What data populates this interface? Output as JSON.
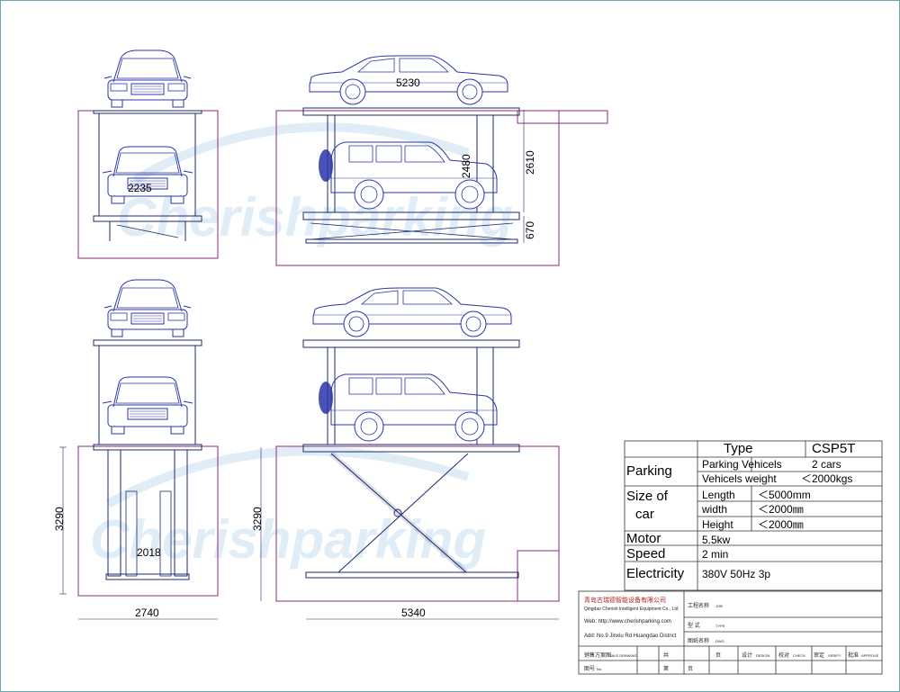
{
  "watermark": "Cherishparking",
  "dims": {
    "top_front_width": "2235",
    "top_side_length": "5230",
    "top_side_height_inner": "2480",
    "top_side_height_total": "2610",
    "top_side_pit": "670",
    "bottom_front_height": "3290",
    "bottom_front_inner_width": "2018",
    "bottom_front_width": "2740",
    "bottom_side_height": "3290",
    "bottom_side_length": "5340"
  },
  "spec": {
    "type_label": "Type",
    "type_value": "CSP5T",
    "parking_label": "Parking",
    "parking_vehicels_label": "Parking Vehicels",
    "parking_vehicels_value": "2 cars",
    "vehicels_weight_label": "Vehicels weight",
    "vehicels_weight_value": "＜2000kgs",
    "size_label_1": "Size  of",
    "size_label_2": "car",
    "length_label": "Length",
    "length_value": "＜5000mm",
    "width_label": "width",
    "width_value": "＜2000㎜",
    "height_label": "Height",
    "height_value": "＜2000㎜",
    "motor_label": "Motor",
    "motor_value": "5.5kw",
    "speed_label": "Speed",
    "speed_value": "2 min",
    "electricity_label": "Electricity",
    "electricity_value": "380V  50Hz  3p"
  },
  "title_block": {
    "company_cn": "青岛古瑞德智能设备有限公司",
    "company_en": "Qingdao Cherish Intelligent Equipment Co., Ltd",
    "web": "Web: http://www.cherishparking.com",
    "address": "Add: No.9 Jinxiu Rd Huangdao District",
    "job_cn": "工程名称",
    "job_en": "JOB",
    "type_cn": "型    式",
    "type_en": "TYPE",
    "dwg_cn": "图纸名称",
    "dwg_en": "DWG",
    "sale_cn": "销售方案图",
    "sale_en": "SALE DRAWING",
    "total_cn": "共",
    "page_cn": "页",
    "design_cn": "设计",
    "design_en": "DESIGN",
    "check_cn": "校对",
    "check_en": "CHECK",
    "verify_cn": "审定",
    "verify_en": "VERIFY",
    "approve_cn": "批准",
    "approve_en": "APPROVE",
    "no_cn": "图号",
    "no_en": "No.",
    "sheet_cn": "第",
    "sheet_page_cn": "页"
  },
  "colors": {
    "pit_outline": "#8b2a7a",
    "line": "#1c2a6e",
    "car_line": "#2a35a8",
    "watermark": "#cfe3f3",
    "table_line": "#333333"
  }
}
